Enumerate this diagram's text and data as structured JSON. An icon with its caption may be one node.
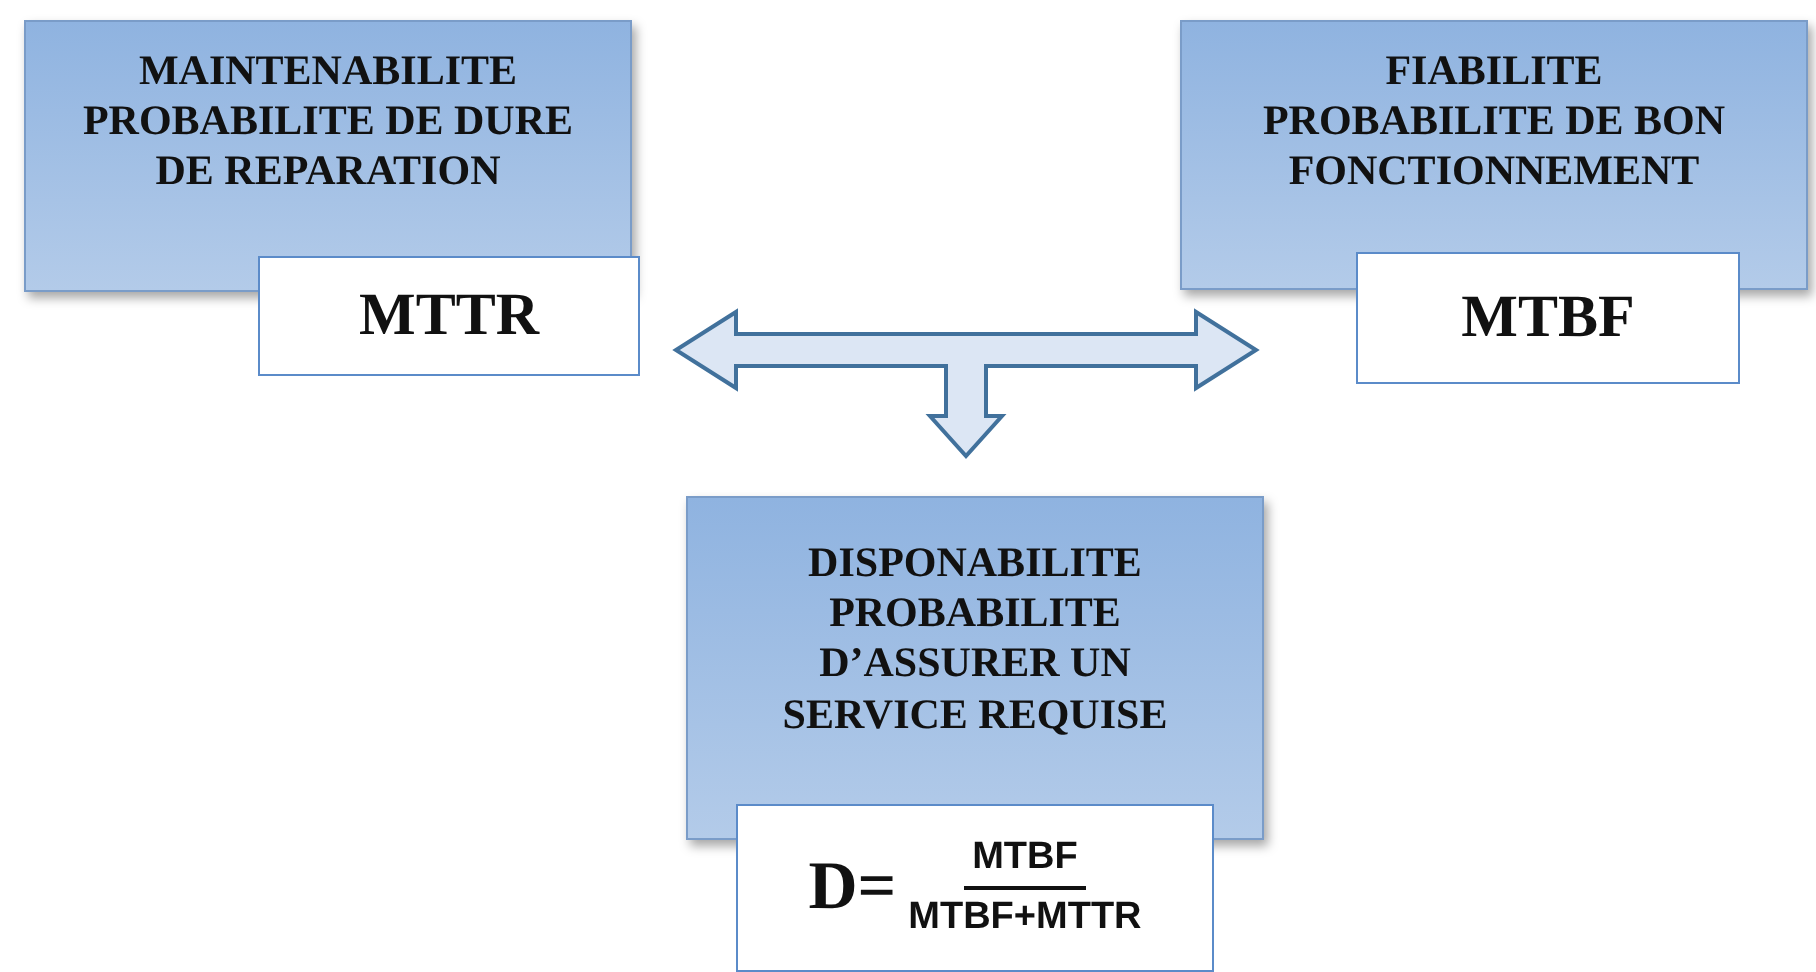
{
  "diagram": {
    "nodes": [
      {
        "text": [
          "MAINTENABILITE PROBABILITE DE DURE DE REPARATION"
        ]
      },
      {
        "text": [
          "MTTR"
        ]
      },
      {
        "text": [
          "FIABILITE PROBABILITE DE BON FONCTIONNEMENT"
        ]
      },
      {
        "text": [
          "MTBF"
        ]
      },
      {
        "text": [
          "DISPONABILITE PROBABILITE D’ASSURER UN SERVICE REQUISE"
        ]
      },
      {
        "text": [
          "D=",
          "MTBF",
          "MTBF+MTTR"
        ]
      }
    ],
    "edges": [
      {
        "from": 1,
        "to": 3,
        "arrow": "both"
      },
      {
        "from": null,
        "to": 4,
        "arrow": "to"
      }
    ]
  }
}
